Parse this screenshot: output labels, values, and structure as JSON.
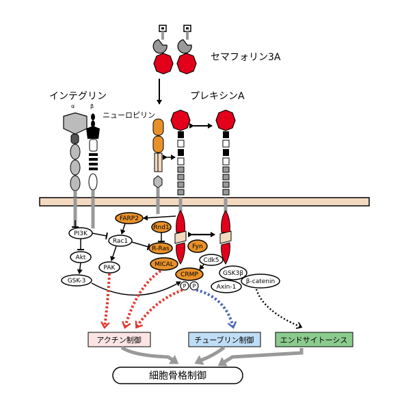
{
  "labels": {
    "semaphorin": "セマフォリン3A",
    "integrin": "インテグリン",
    "integrin_alpha": "α",
    "integrin_beta": "β",
    "plexin": "プレキシンA",
    "neuropilin": "ニューロピリン",
    "farp2": "FARP2",
    "pi3k": "PI3K",
    "rac1": "Rac1",
    "rnd1": "Rnd1",
    "rras": "R-Ras",
    "fyn": "Fyn",
    "akt": "Akt",
    "pak": "PAK",
    "mical": "MICAL",
    "cdk5": "Cdk5",
    "gsk3": "GSK-3",
    "crmp": "CRMP",
    "gsk3b": "GSK3β",
    "axin": "Axin-1",
    "beta_catenin": "β-catenin",
    "p1": "P",
    "p2": "P",
    "actin": "アクチン制御",
    "tubulin": "チューブリン制御",
    "endocytosis": "エンドサイトーシス",
    "cytoskeleton": "細胞骨格制御"
  },
  "colors": {
    "orange": "#E8912A",
    "red": "#E2001A",
    "actin_box": "#FCE4E4",
    "tubulin_box": "#BFDDF5",
    "endo_box": "#8CCB8E",
    "membrane": "#F3D9C0",
    "gray_arrow": "#999999",
    "red_dot": "#E03A2E",
    "blue_dot": "#4A68B8"
  }
}
